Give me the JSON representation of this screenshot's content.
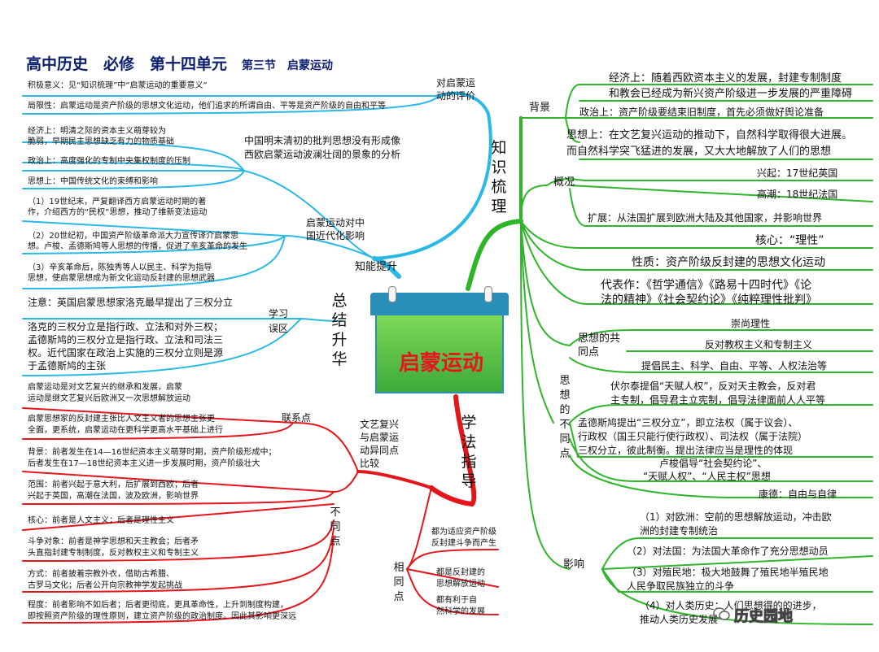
{
  "title": {
    "main": "高中历史　必修　第十四单元",
    "sub": "第三节　启蒙运动"
  },
  "center": "启蒙运动",
  "branches": {
    "zhishi": "知识梳理",
    "zongjie": "总结升华",
    "xuefa": "学法指导"
  },
  "right": {
    "beijing": "背景",
    "bj_econ_1": "经济上：随着西欧资本主义的发展，封建专制制度",
    "bj_econ_2": "和教会已经成为新兴资产阶级进一步发展的严重障碍",
    "bj_pol": "政治上：资产阶级要结束旧制度，首先必须做好舆论准备",
    "bj_thought_1": "思想上：在文艺复兴运动的推动下，自然科学取得很大进展。",
    "bj_thought_2": "而自然科学突飞猛进的发展，又大大地解放了人们的思想",
    "gaikuang": "概况",
    "gk_rise": "兴起：17世纪英国",
    "gk_peak": "高潮：18世纪法国",
    "gk_expand": "扩展：从法国扩展到欧洲大陆及其他国家，并影响世界",
    "core": "核心：“理性”",
    "nature": "性质：资产阶级反封建的思想文化运动",
    "works_1": "代表作：《哲学通信》《路易十四时代》《论",
    "works_2": "法的精神》《社会契约论》《纯粹理性批判》",
    "common": "思想的共同点",
    "c1": "崇尚理性",
    "c2": "反对教权主义和专制主义",
    "c3": "提倡民主、科学、自由、平等、人权法治等",
    "diff": "思想的不同点",
    "d_volt_1": "伏尔泰提倡“天赋人权”，反对天主教会，反对君",
    "d_volt_2": "主专制，倡导君主立宪制，倡导法律面前人人平等",
    "d_mont_1": "孟德斯鸠提出“三权分立”，即立法权（属于议会）、",
    "d_mont_2": "行政权（国王只能行使行政权）、司法权（属于法院）",
    "d_mont_3": "三权分立，彼此制衡。提出法律应当是理性的体现",
    "d_rous_1": "卢梭倡导“社会契约论”、",
    "d_rous_2": "“天赋人权”、“人民主权”思想",
    "d_kant": "康德：自由与自律",
    "influence": "影响",
    "i1_1": "（1）对欧洲：空前的思想解放运动，冲击欧",
    "i1_2": "洲的封建专制统治",
    "i2": "（2）对法国：为法国大革命作了充分思想动员",
    "i3_1": "（3）对殖民地：极大地鼓舞了殖民地半殖民地",
    "i3_2": "人民争取民族独立的斗争",
    "i4_1": "（4）对人类历史：人们思想得的的进步，",
    "i4_2": "推动人类历史发展"
  },
  "left": {
    "pingjia_1": "对启蒙运",
    "pingjia_2": "动的评价",
    "pj_pos": "积极意义：见“知识梳理”中“启蒙运动的重要意义”",
    "pj_lim": "局限性：启蒙运动是资产阶级的思想文化运动，他们追求的所谓自由、平等是资产阶级的自由和平等",
    "china_1": "中国明末清初的批判思想没有形成像",
    "china_2": "西欧启蒙运动波澜壮阔的景象的分析",
    "ch_econ_1": "经济上：明清之际的资本主义萌芽较为",
    "ch_econ_2": "脆弱，早期民主思想缺乏有力的物质基础",
    "ch_pol": "政治上：高度强化的专制中央集权制度的压制",
    "ch_thought": "思想上：中国传统文化的束缚和影响",
    "modern_1": "启蒙运动对中",
    "modern_2": "国近代化影响",
    "m1_1": "（1）19世纪末，严复翻译西方启蒙运动时期的著",
    "m1_2": "作，介绍西方的“民权”思想，推动了维新变法运动",
    "m2_1": "（2）20世纪初，中国资产阶级革命派大力宣传译介启蒙思",
    "m2_2": "想。卢梭、孟德斯鸠等人思想的传播，促进了辛亥革命的发生",
    "m3_1": "（3）辛亥革命后，陈独秀等人以民主、科学为指导",
    "m3_2": "思想，使启蒙思想成为新文化运动反封建的思想武器",
    "nengli": "知能提升",
    "wuqu_1": "学习",
    "wuqu_2": "误区",
    "note": "注意：英国启蒙思想家洛克最早提出了三权分立",
    "w1": "洛克的三权分立是指行政、立法和对外三权；",
    "w2": "孟德斯鸠的三权分立是指行政、立法和司法三",
    "w3": "权。近代国家在政治上实施的三权分立则是源",
    "w4": "于孟德斯鸠的主张",
    "compare_1": "文艺复兴",
    "compare_2": "与启蒙运",
    "compare_3": "动异同点",
    "compare_4": "比较",
    "lianxi": "联系点",
    "lx1_1": "启蒙运动是对文艺复兴的继承和发展，启蒙",
    "lx1_2": "运动是继文艺复兴后欧洲又一次思想解放运动",
    "lx2_1": "启蒙思想家的反封建主张比人文主义者的思想主张更",
    "lx2_2": "全面，更系统，启蒙运动在更科学更高水平基础上进行",
    "butong": "不同点",
    "bt_bg_1": "背景：前者发生在14—16世纪资本主义萌芽时期，资产阶级形成中；",
    "bt_bg_2": "后者发生在17—18世纪资本主义进一步发展时期，资产阶级壮大",
    "bt_fw_1": "范围：前者兴起于意大利，后扩展到西欧；后者",
    "bt_fw_2": "兴起于英国，高潮在法国，波及欧洲，影响世界",
    "bt_hx": "核心：前者是人文主义；后者是理性主义",
    "bt_dz_1": "斗争对象：前者是神学思想和天主教会；后者矛",
    "bt_dz_2": "头直指封建专制制度，反对教权主义和专制主义",
    "bt_fs_1": "方式：前者披着宗教外衣，借助古希腊、",
    "bt_fs_2": "古罗马文化；后者公开向宗教神学发起挑战",
    "bt_cd_1": "程度：前者影响不如后者；后者更彻底，更具革命性，上升到制度构建，",
    "bt_cd_2": "即按照资产阶级的理性原则，建立资产阶级的政治制度。因此其影响更深远",
    "xiangtong": "相同点",
    "xt1_1": "都为适应资产阶级",
    "xt1_2": "反封建斗争而产生",
    "xt2_1": "都是反封建的",
    "xt2_2": "思想解放运动",
    "xt3_1": "都有利于自",
    "xt3_2": "然科学的发展"
  },
  "watermark": "历史园地",
  "colors": {
    "green": "#2fb52a",
    "cyan": "#2ab8e6",
    "red": "#e3161b",
    "title": "#0b1f6e",
    "center_text": "#e8141c"
  }
}
